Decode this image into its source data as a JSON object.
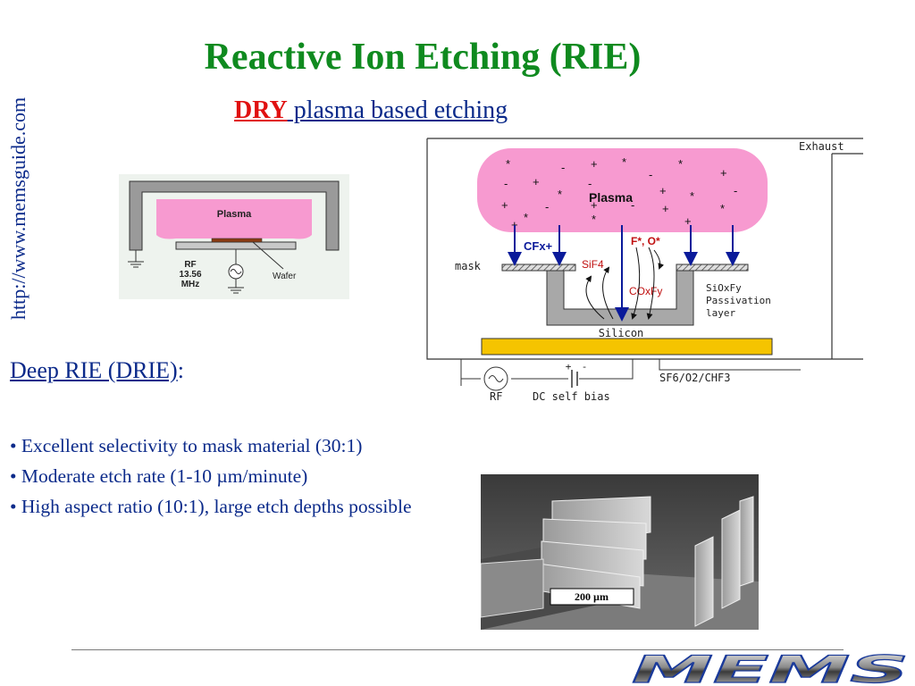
{
  "slide": {
    "title": "Reactive Ion Etching (RIE)",
    "subtitle_dry": "DRY",
    "subtitle_rest": " plasma based etching",
    "side_url": "http://www.memsguide.com"
  },
  "drie": {
    "heading_link": "Deep RIE (DRIE)",
    "heading_suffix": ":",
    "bullets": [
      "• Excellent selectivity to mask material (30:1)",
      "• Moderate etch rate (1-10 µm/minute)",
      "• High aspect ratio (10:1), large etch depths possible"
    ]
  },
  "small_diagram": {
    "plasma_label": "Plasma",
    "rf_label": "RF",
    "rf_freq": "13.56",
    "rf_unit": "MHz",
    "wafer_label": "Wafer"
  },
  "large_diagram": {
    "exhaust_label": "Exhaust",
    "plasma_label": "Plasma",
    "mask_label": "mask",
    "cfx_label": "CFx+",
    "f_o_label": "F*, O*",
    "sif4_label": "SiF4",
    "coxfy_label": "COxFy",
    "passivation_line1": "SiOxFy",
    "passivation_line2": "Passivation",
    "passivation_line3": "layer",
    "silicon_label": "Silicon",
    "gas_label": "SF6/O2/CHF3",
    "rf_label": "RF",
    "dc_label": "DC self bias",
    "plus_sign": "+",
    "minus_sign": "-"
  },
  "sem_image": {
    "scale_label": "200 µm"
  },
  "logo": {
    "text": "MEMS"
  },
  "colors": {
    "title_green": "#0f8a1f",
    "text_blue": "#0b2a8a",
    "dry_red": "#e01010",
    "plasma_pink": "#f79ad0",
    "silicon_yellow": "#f5c400",
    "arrow_blue": "#0a1a9a"
  }
}
